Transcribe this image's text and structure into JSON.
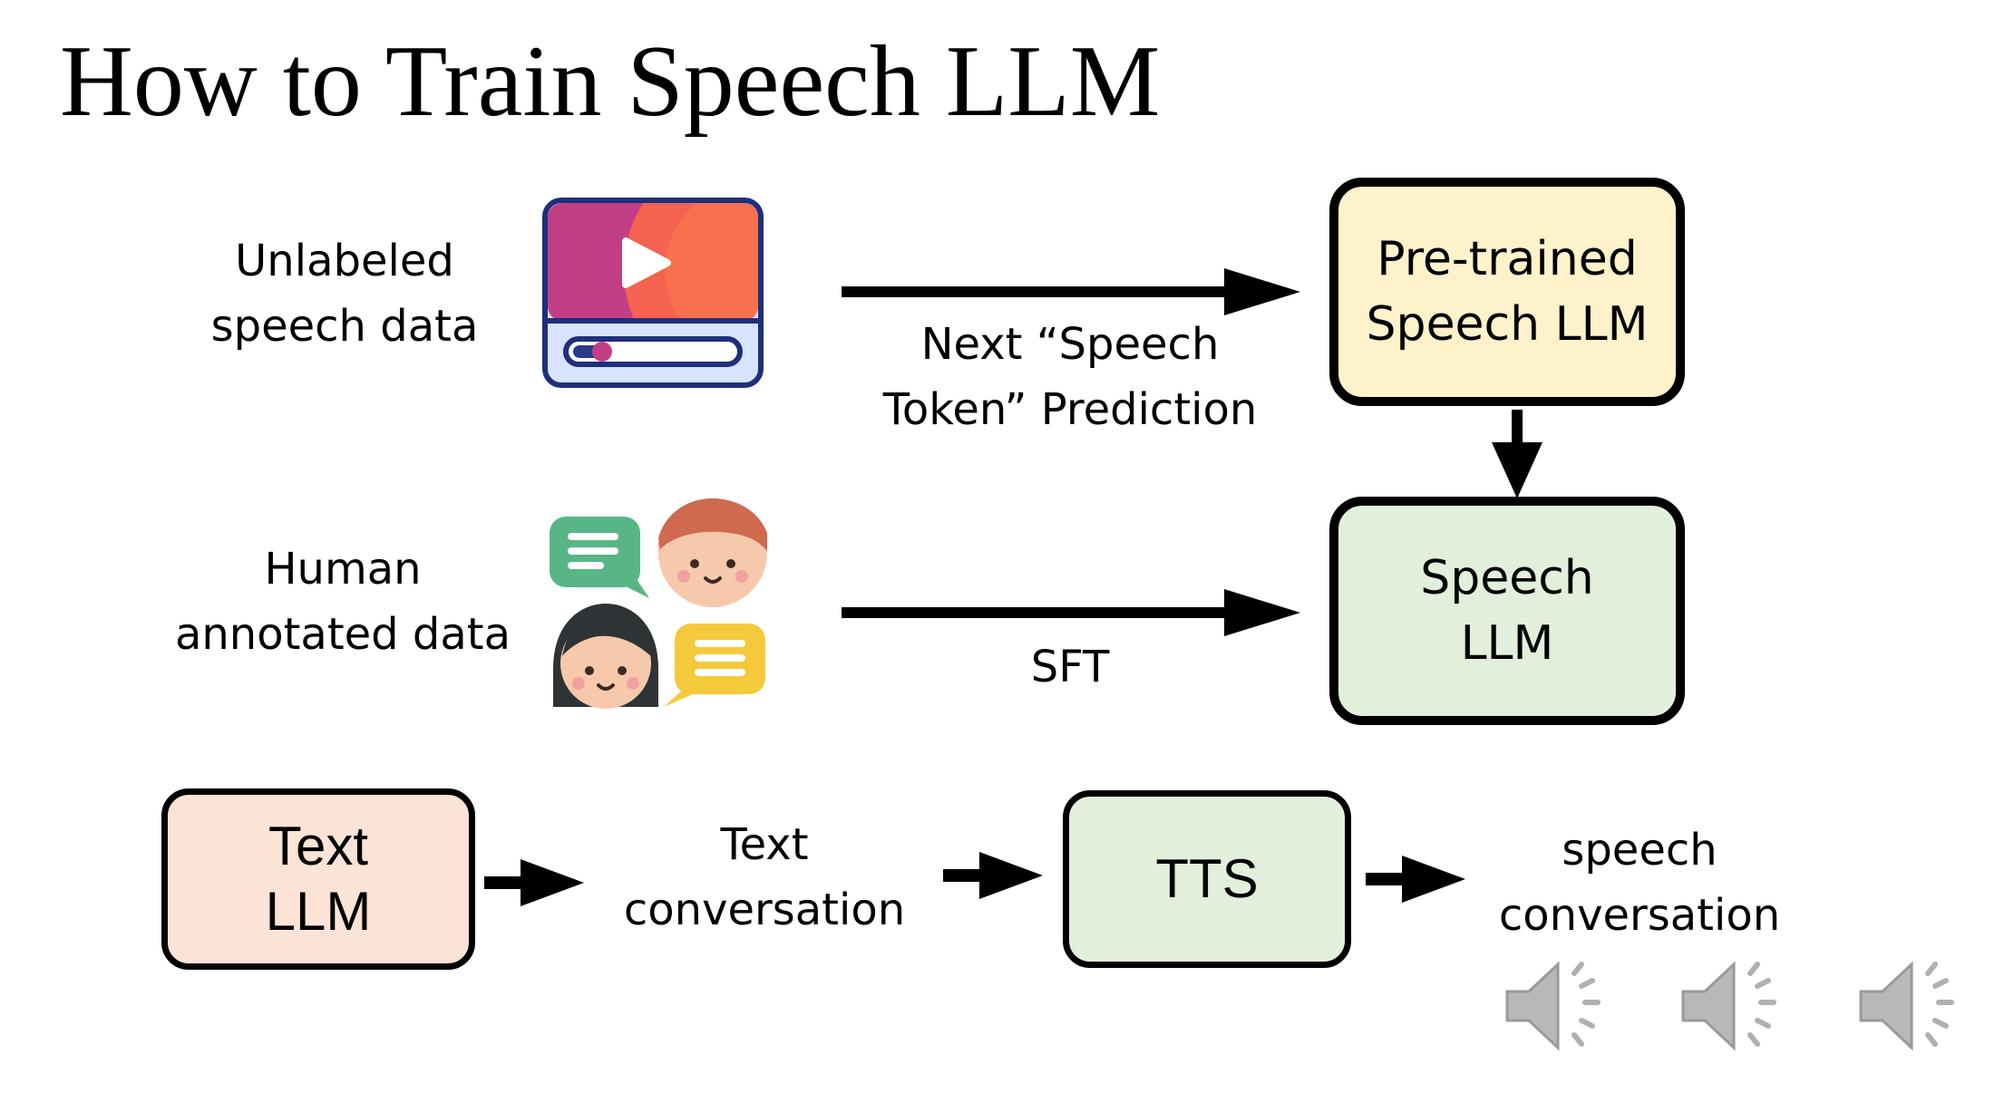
{
  "slide": {
    "title": "How to Train Speech LLM"
  },
  "sources": {
    "unlabeled": "Unlabeled\nspeech data",
    "annotated": "Human\nannotated data"
  },
  "edges": {
    "pretrain": "Next “Speech\nToken” Prediction",
    "sft": "SFT"
  },
  "models": {
    "pretrained": "Pre-trained\nSpeech LLM",
    "speech_llm": "Speech\nLLM"
  },
  "pipeline": {
    "text_llm": "Text\nLLM",
    "text_conversation": "Text\nconversation",
    "tts": "TTS",
    "speech_conversation": "speech\nconversation"
  },
  "colors": {
    "pretrained_fill": "#fdf2c9",
    "speech_llm_fill": "#e2efda",
    "text_llm_fill": "#fbe3d6",
    "tts_fill": "#e2efda"
  },
  "icons": [
    "video-player-icon",
    "chat-people-icon",
    "speaker-icon",
    "speaker-icon",
    "speaker-icon"
  ]
}
